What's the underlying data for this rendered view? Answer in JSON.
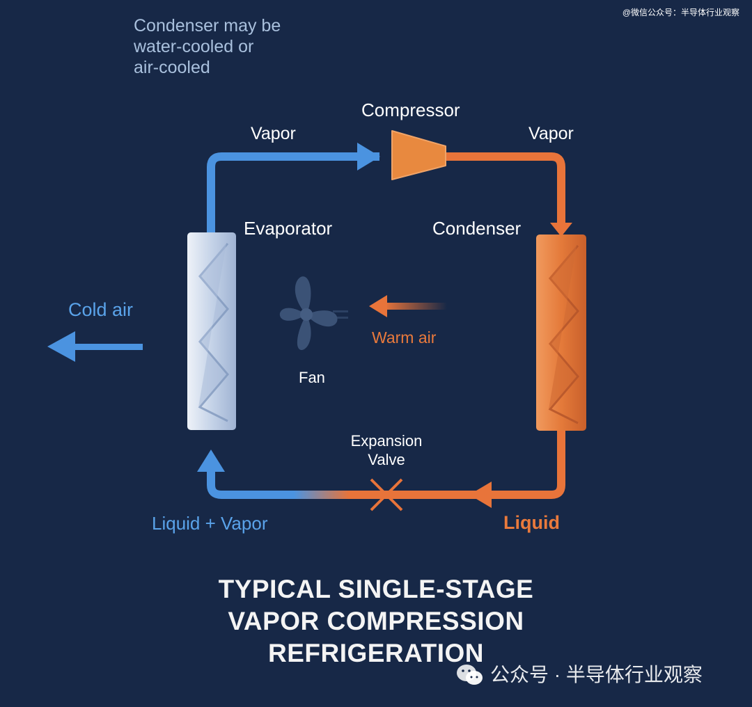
{
  "watermark_top": "@微信公众号：半导体行业观察",
  "note": [
    "Condenser may be",
    "water-cooled or",
    "air-cooled"
  ],
  "labels": {
    "compressor": "Compressor",
    "vapor_left": "Vapor",
    "vapor_right": "Vapor",
    "evaporator": "Evaporator",
    "condenser": "Condenser",
    "cold_air": "Cold air",
    "warm_air": "Warm air",
    "fan": "Fan",
    "expansion_valve": [
      "Expansion",
      "Valve"
    ],
    "liquid_vapor": "Liquid + Vapor",
    "liquid": "Liquid"
  },
  "title": [
    "TYPICAL SINGLE-STAGE",
    "VAPOR COMPRESSION",
    "REFRIGERATION"
  ],
  "watermark_bottom": "公众号 · 半导体行业观察",
  "colors": {
    "background": "#172847",
    "cold": "#4b93e0",
    "hot": "#e8743a",
    "evaporator": "#c8d6ea",
    "condenser": "#e07a3a"
  }
}
